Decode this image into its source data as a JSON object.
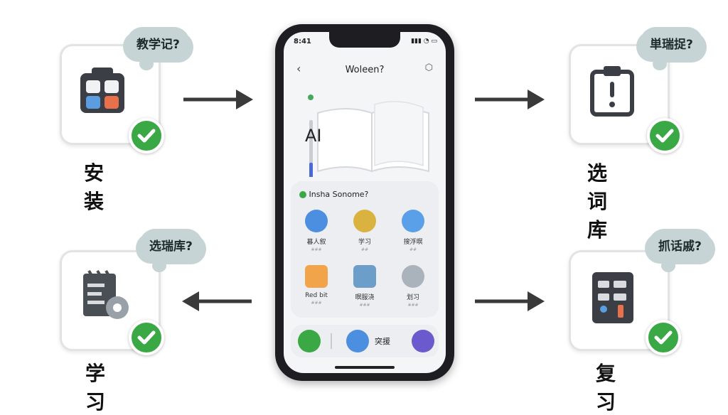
{
  "steps": {
    "install": {
      "label": "安装",
      "bubble": "教学记?"
    },
    "wordbank": {
      "label": "选词库",
      "bubble": "単瑞捉?"
    },
    "study": {
      "label": "学习",
      "bubble": "选瑞库?"
    },
    "review": {
      "label": "复习",
      "bubble": "抓话戚?"
    }
  },
  "phone": {
    "status_time": "8:41",
    "nav_title": "Woleen?",
    "hero_text": "AI",
    "panel_status": "Insha Sonome?",
    "grid": [
      {
        "label": "暮人叙",
        "sub": "###",
        "color": "#4c8fe0"
      },
      {
        "label": "学习",
        "sub": "##",
        "color": "#d9b23f"
      },
      {
        "label": "搜浮暝",
        "sub": "##",
        "color": "#5aa0e8"
      },
      {
        "label": "Red bit",
        "sub": "###",
        "color": "#f2a44a"
      },
      {
        "label": "暝服浇",
        "sub": "###",
        "color": "#6b9ec9"
      },
      {
        "label": "划习",
        "sub": "###",
        "color": "#aab2bb"
      }
    ],
    "bottom_label": "突援"
  },
  "colors": {
    "check_green": "#3aa845",
    "bubble_bg": "#c6d4d6",
    "arrow": "#3a3a3a"
  }
}
